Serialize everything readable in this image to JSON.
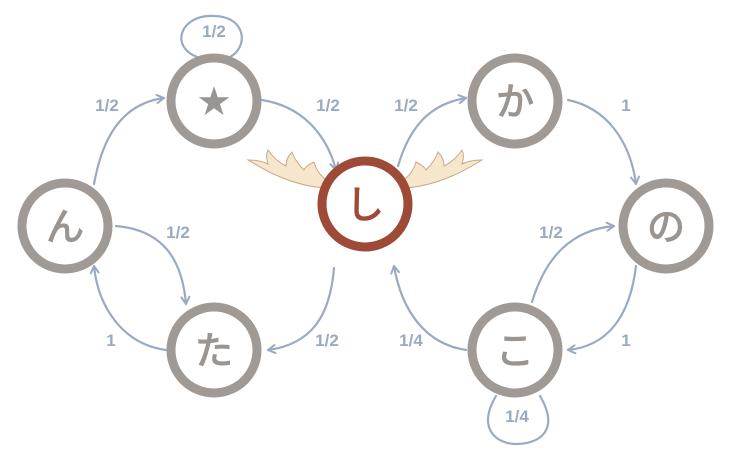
{
  "colors": {
    "node_ring": "#a09a96",
    "node_fill": "#ffffff",
    "node_text": "#9a9590",
    "center_ring": "#9e4a36",
    "center_text": "#9e4a36",
    "edge": "#9aaac2",
    "edge_label": "#9aaac2",
    "antler_fill": "#f6e6cc",
    "antler_stroke": "#c8a886"
  },
  "nodes": {
    "star": "★",
    "n": "ん",
    "ta": "た",
    "shi": "し",
    "ka": "か",
    "no": "の",
    "ko": "こ"
  },
  "edges": {
    "star_self": "1/2",
    "star_to_shi": "1/2",
    "n_to_star": "1/2",
    "n_to_ta": "1/2",
    "ta_to_n": "1",
    "shi_to_ta": "1/2",
    "shi_to_ka": "1/2",
    "ka_to_no": "1",
    "no_to_ko": "1",
    "ko_to_no": "1/2",
    "ko_to_shi": "1/4",
    "ko_self": "1/4"
  }
}
